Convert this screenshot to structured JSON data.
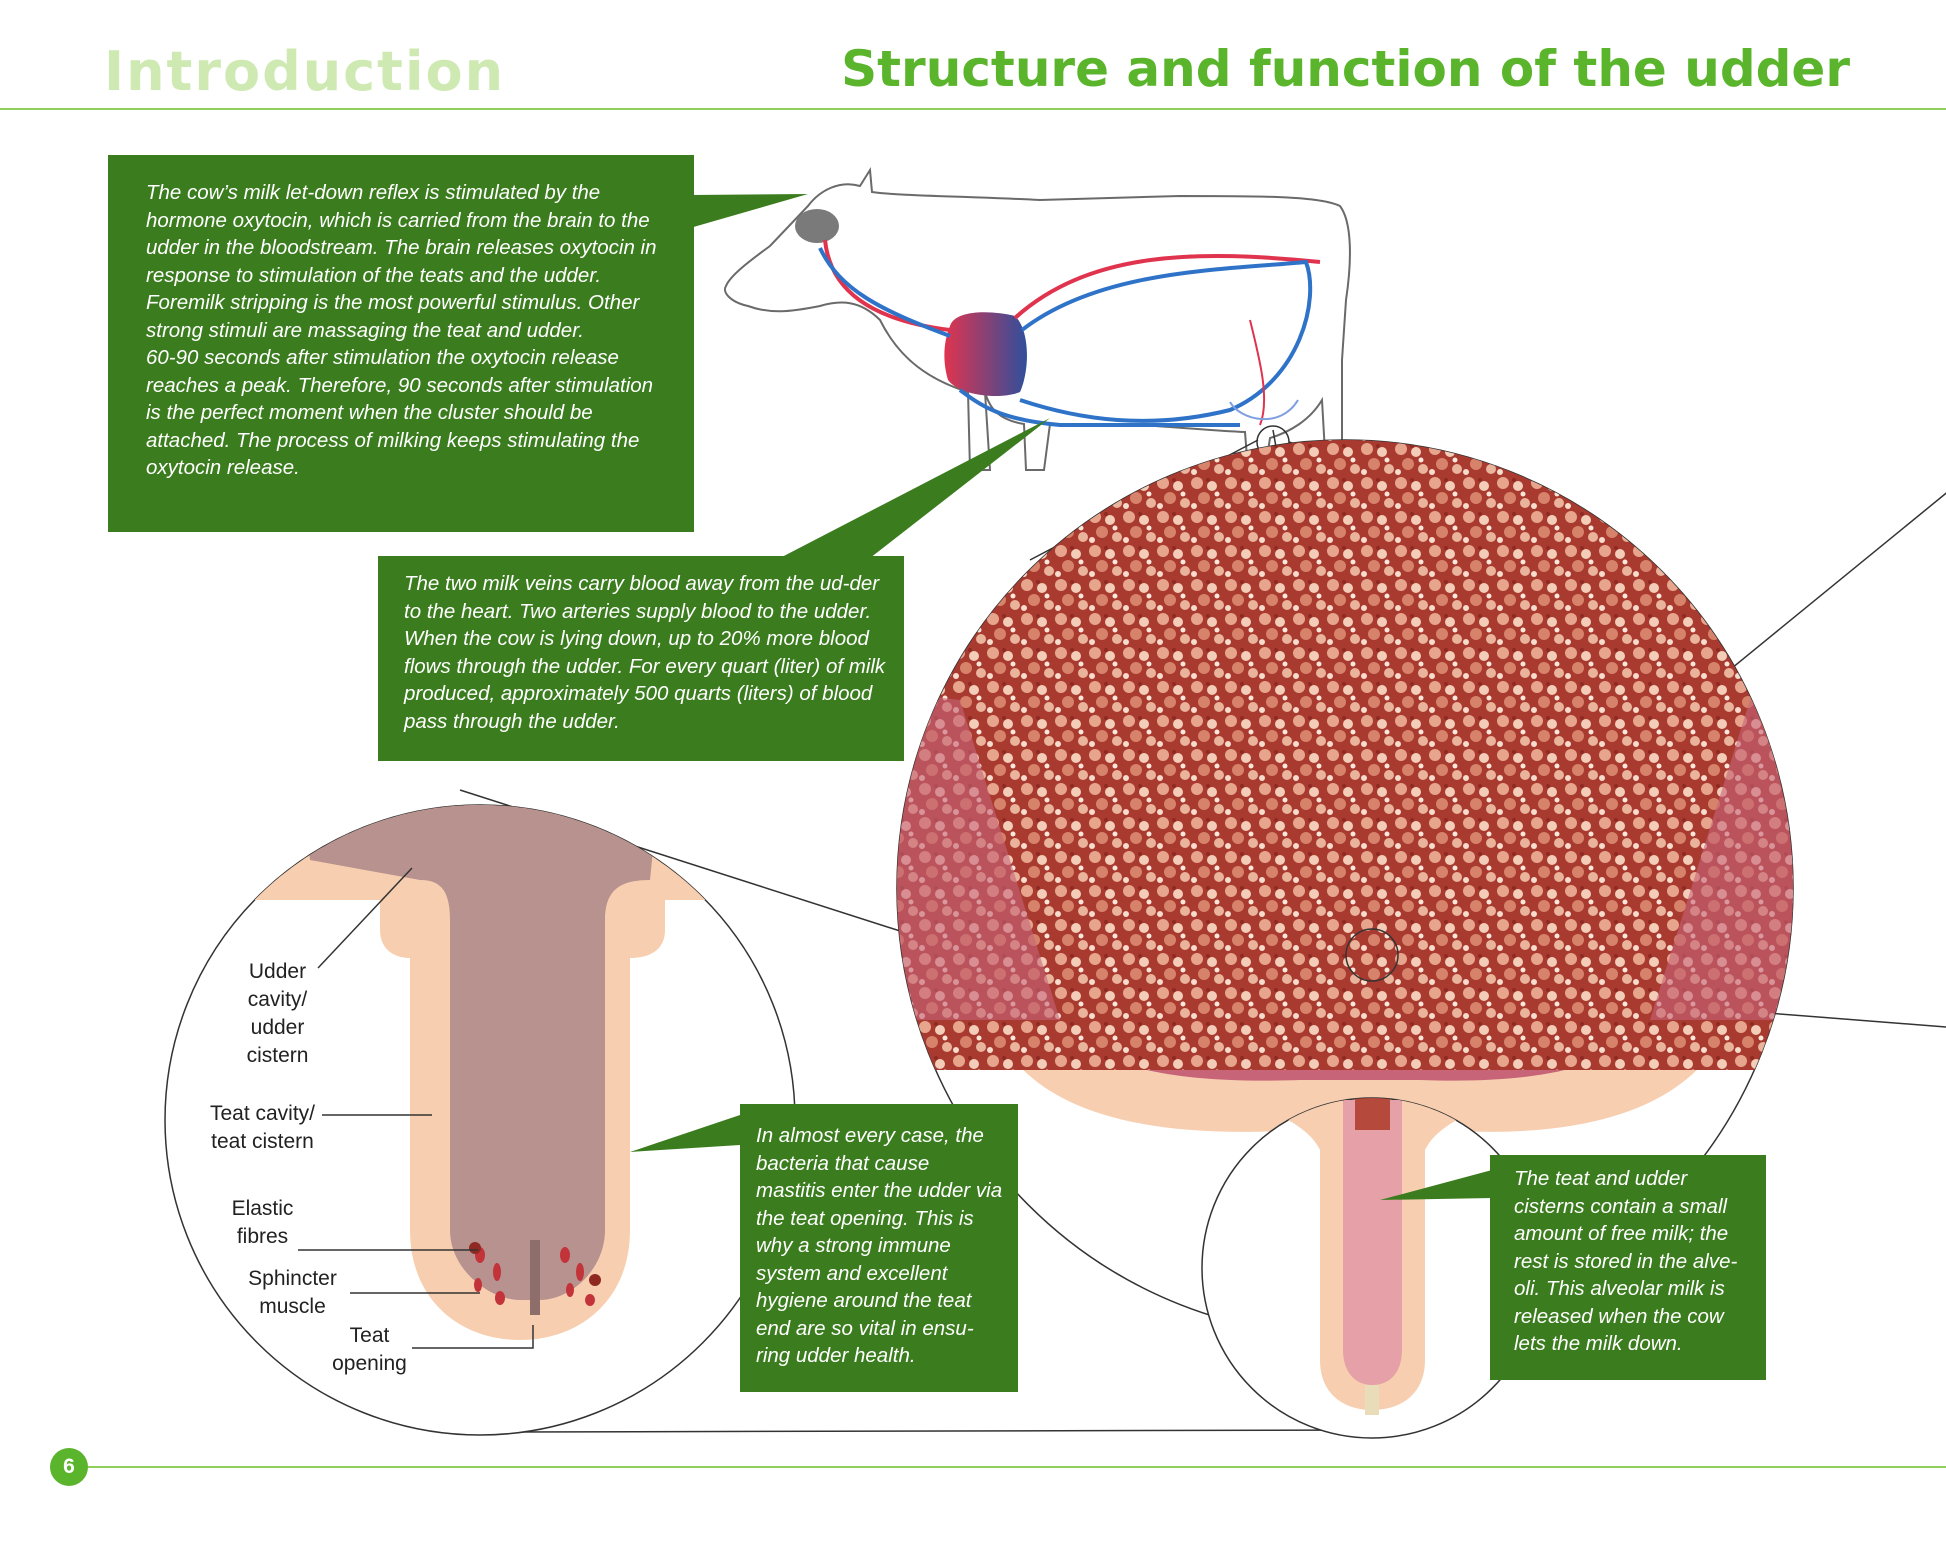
{
  "header": {
    "section": "Introduction",
    "title": "Structure and function of the udder"
  },
  "boxes": {
    "oxytocin": [
      "The cow’s milk let-down reflex is stimulated by the hormone oxytocin, which is carried from the brain to the udder in the bloodstream. The brain releases oxytocin in response to stimulation of the teats and the udder. Foremilk stripping is the most powerful stimulus. Other strong stimuli are massaging the teat and udder.",
      "60-90 seconds after stimulation the oxytocin release reaches a peak. Therefore, 90 seconds after stimulation is the perfect moment when the cluster should be attached. The process of milking keeps stimulating the oxytocin release."
    ],
    "milk_veins": "The two milk veins carry blood away from the ud-der to the heart. Two arteries supply blood to the udder. When the cow is lying down, up to 20% more blood flows through the udder. For every quart (liter) of milk produced, approximately 500 quarts (liters) of blood pass through the udder.",
    "bacteria": "In almost every case, the bacteria that cause mastitis enter the udder via the teat opening. This is why a strong immune system and excellent hygiene around the teat end are so vital in ensu-ring udder health.",
    "cisterns": "The teat and udder cisterns contain a small amount of free milk; the rest is stored in the alve-oli. This alveolar milk is released when the cow lets the milk down."
  },
  "labels": {
    "udder_cavity": "Udder cavity/ udder cistern",
    "teat_cavity": "Teat cavity/ teat cistern",
    "elastic_fibres": "Elastic fibres",
    "sphincter": "Sphincter muscle",
    "teat_opening": "Teat opening"
  },
  "page_number": "6",
  "colors": {
    "header_green": "#5ab52c",
    "header_light": "#cfe9b2",
    "box_green": "#3b7d1e",
    "artery_red": "#e0344e",
    "vein_blue": "#2f73c9",
    "tissue_pink": "#f7cfb0",
    "cavity_mauve": "#b8928e",
    "alveoli_red": "#b5493c"
  }
}
